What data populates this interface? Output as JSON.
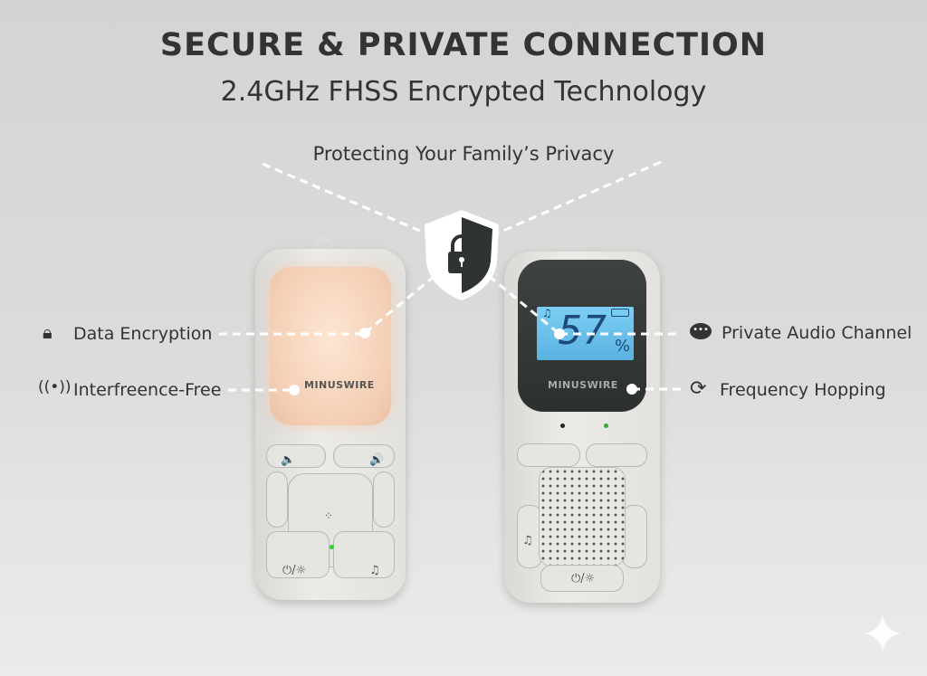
{
  "header": {
    "title": "SECURE & PRIVATE CONNECTION",
    "subtitle": "2.4GHz FHSS Encrypted Technology",
    "tagline": "Protecting Your Family’s Privacy"
  },
  "features": [
    {
      "label": "Data Encryption",
      "icon": "lock-icon"
    },
    {
      "label": "Interfreence-Free",
      "icon": "signal-icon"
    },
    {
      "label": "Private Audio Channel",
      "icon": "chat-bubble-icon"
    },
    {
      "label": "Frequency Hopping",
      "icon": "refresh-icon"
    }
  ],
  "devices": {
    "brand": "MINUSWIRE",
    "display_value": "57",
    "display_unit": "%"
  },
  "colors": {
    "text": "#333333",
    "glow": "#f6d9c4",
    "lcd": "#5fb8e6"
  }
}
